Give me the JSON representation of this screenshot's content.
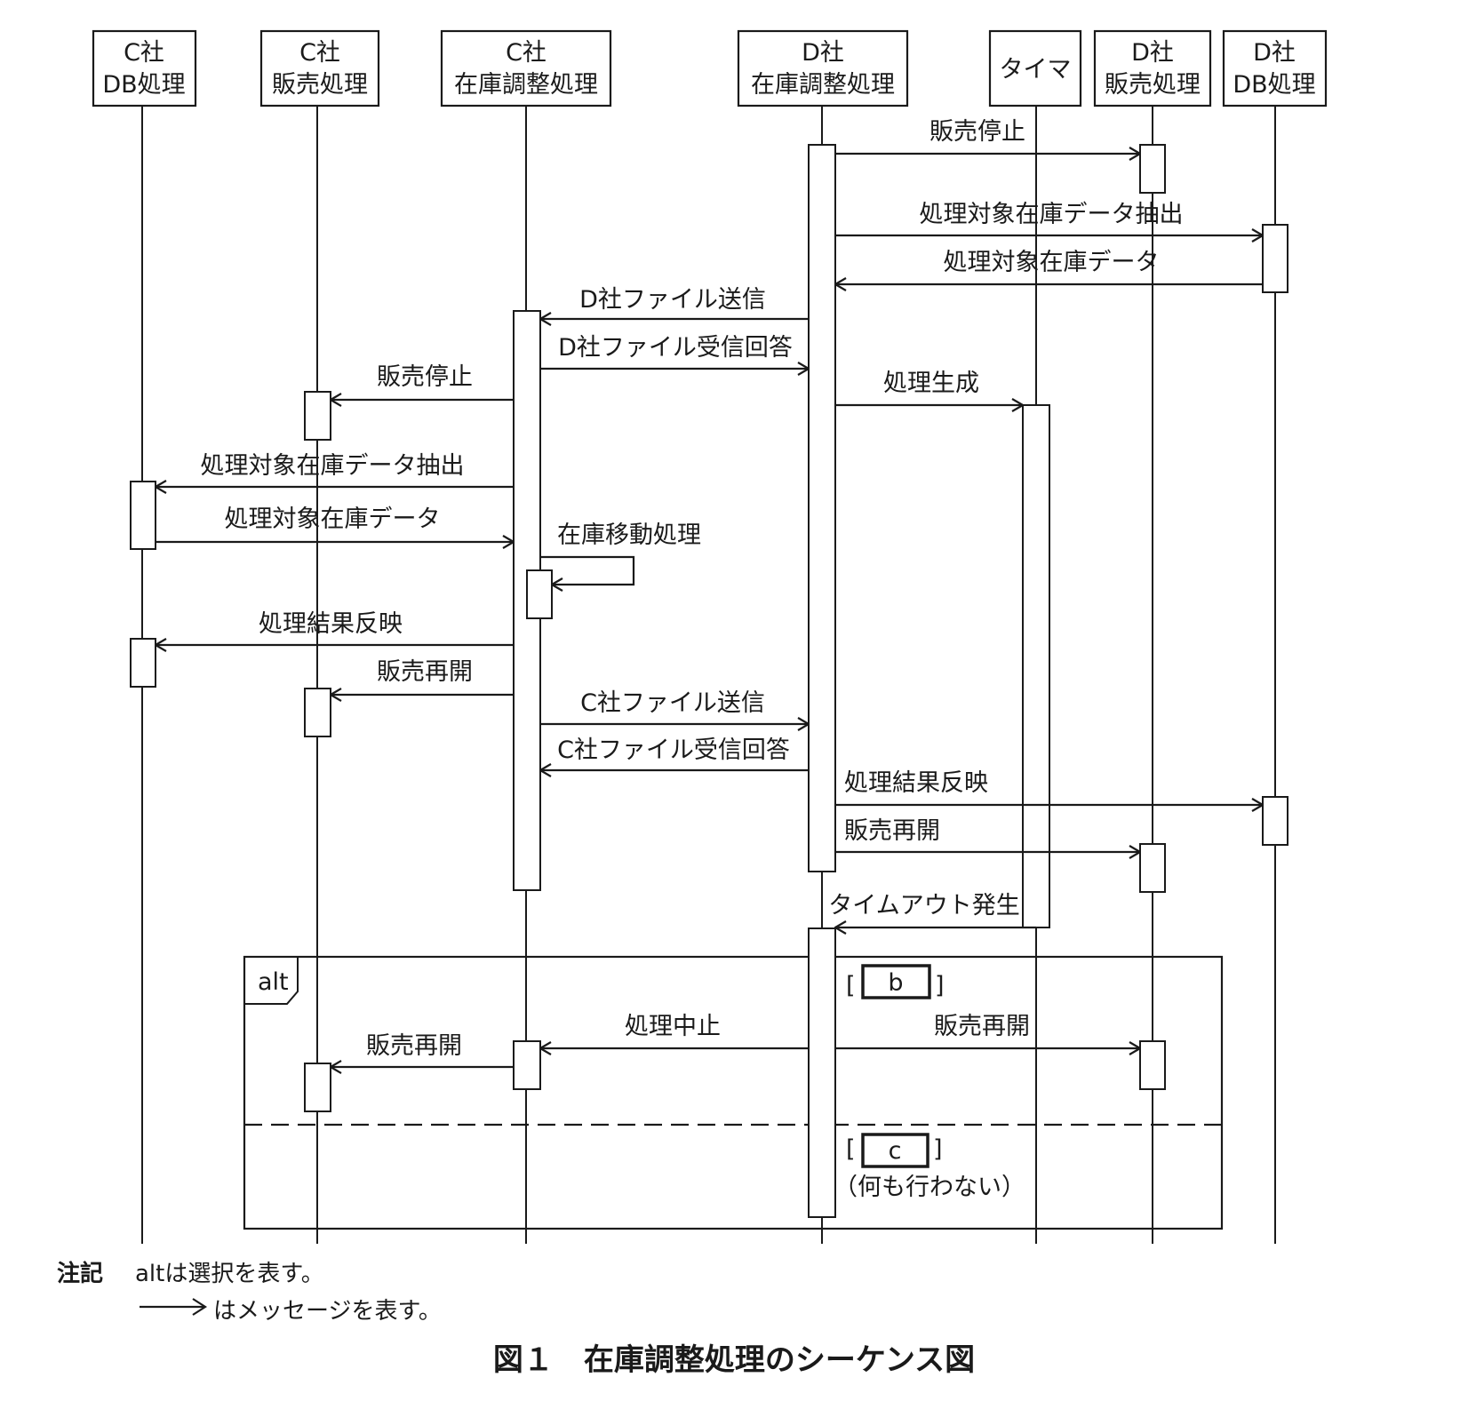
{
  "figure": {
    "caption": "図１　在庫調整処理のシーケンス図",
    "note_label": "注記",
    "note_line1": "altは選択を表す。",
    "note_arrow": "──>",
    "note_line2": "はメッセージを表す。"
  },
  "lifelines": [
    {
      "id": "c_db",
      "line1": "C社",
      "line2": "DB処理"
    },
    {
      "id": "c_sales",
      "line1": "C社",
      "line2": "販売処理"
    },
    {
      "id": "c_inv",
      "line1": "C社",
      "line2": "在庫調整処理"
    },
    {
      "id": "d_inv",
      "line1": "D社",
      "line2": "在庫調整処理"
    },
    {
      "id": "timer",
      "line1": "タイマ",
      "line2": ""
    },
    {
      "id": "d_sales",
      "line1": "D社",
      "line2": "販売処理"
    },
    {
      "id": "d_db",
      "line1": "D社",
      "line2": "DB処理"
    }
  ],
  "messages": [
    {
      "from": "d_inv",
      "to": "d_sales",
      "label": "販売停止"
    },
    {
      "from": "d_inv",
      "to": "d_db",
      "label": "処理対象在庫データ抽出"
    },
    {
      "from": "d_db",
      "to": "d_inv",
      "label": "処理対象在庫データ"
    },
    {
      "from": "d_inv",
      "to": "c_inv",
      "label": "D社ファイル送信"
    },
    {
      "from": "c_inv",
      "to": "d_inv",
      "label": "D社ファイル受信回答"
    },
    {
      "from": "c_inv",
      "to": "c_sales",
      "label": "販売停止"
    },
    {
      "from": "d_inv",
      "to": "timer",
      "label": "処理生成"
    },
    {
      "from": "c_inv",
      "to": "c_db",
      "label": "処理対象在庫データ抽出"
    },
    {
      "from": "c_db",
      "to": "c_inv",
      "label": "処理対象在庫データ"
    },
    {
      "from": "c_inv",
      "to": "c_inv",
      "label": "在庫移動処理"
    },
    {
      "from": "c_inv",
      "to": "c_db",
      "label": "処理結果反映"
    },
    {
      "from": "c_inv",
      "to": "c_sales",
      "label": "販売再開"
    },
    {
      "from": "c_inv",
      "to": "d_inv",
      "label": "C社ファイル送信"
    },
    {
      "from": "d_inv",
      "to": "c_inv",
      "label": "C社ファイル受信回答"
    },
    {
      "from": "d_inv",
      "to": "d_db",
      "label": "処理結果反映"
    },
    {
      "from": "d_inv",
      "to": "d_sales",
      "label": "販売再開"
    },
    {
      "from": "timer",
      "to": "d_inv",
      "label": "タイムアウト発生"
    },
    {
      "from": "d_inv",
      "to": "c_inv",
      "label": "処理中止"
    },
    {
      "from": "d_inv",
      "to": "d_sales",
      "label": "販売再開"
    },
    {
      "from": "c_inv",
      "to": "c_sales",
      "label": "販売再開"
    }
  ],
  "alt_fragment": {
    "operator": "alt",
    "guard1_open": "[",
    "guard1_blank": "b",
    "guard1_close": "]",
    "guard2_open": "[",
    "guard2_blank": "c",
    "guard2_close": "]",
    "guard2_text": "（何も行わない）"
  }
}
